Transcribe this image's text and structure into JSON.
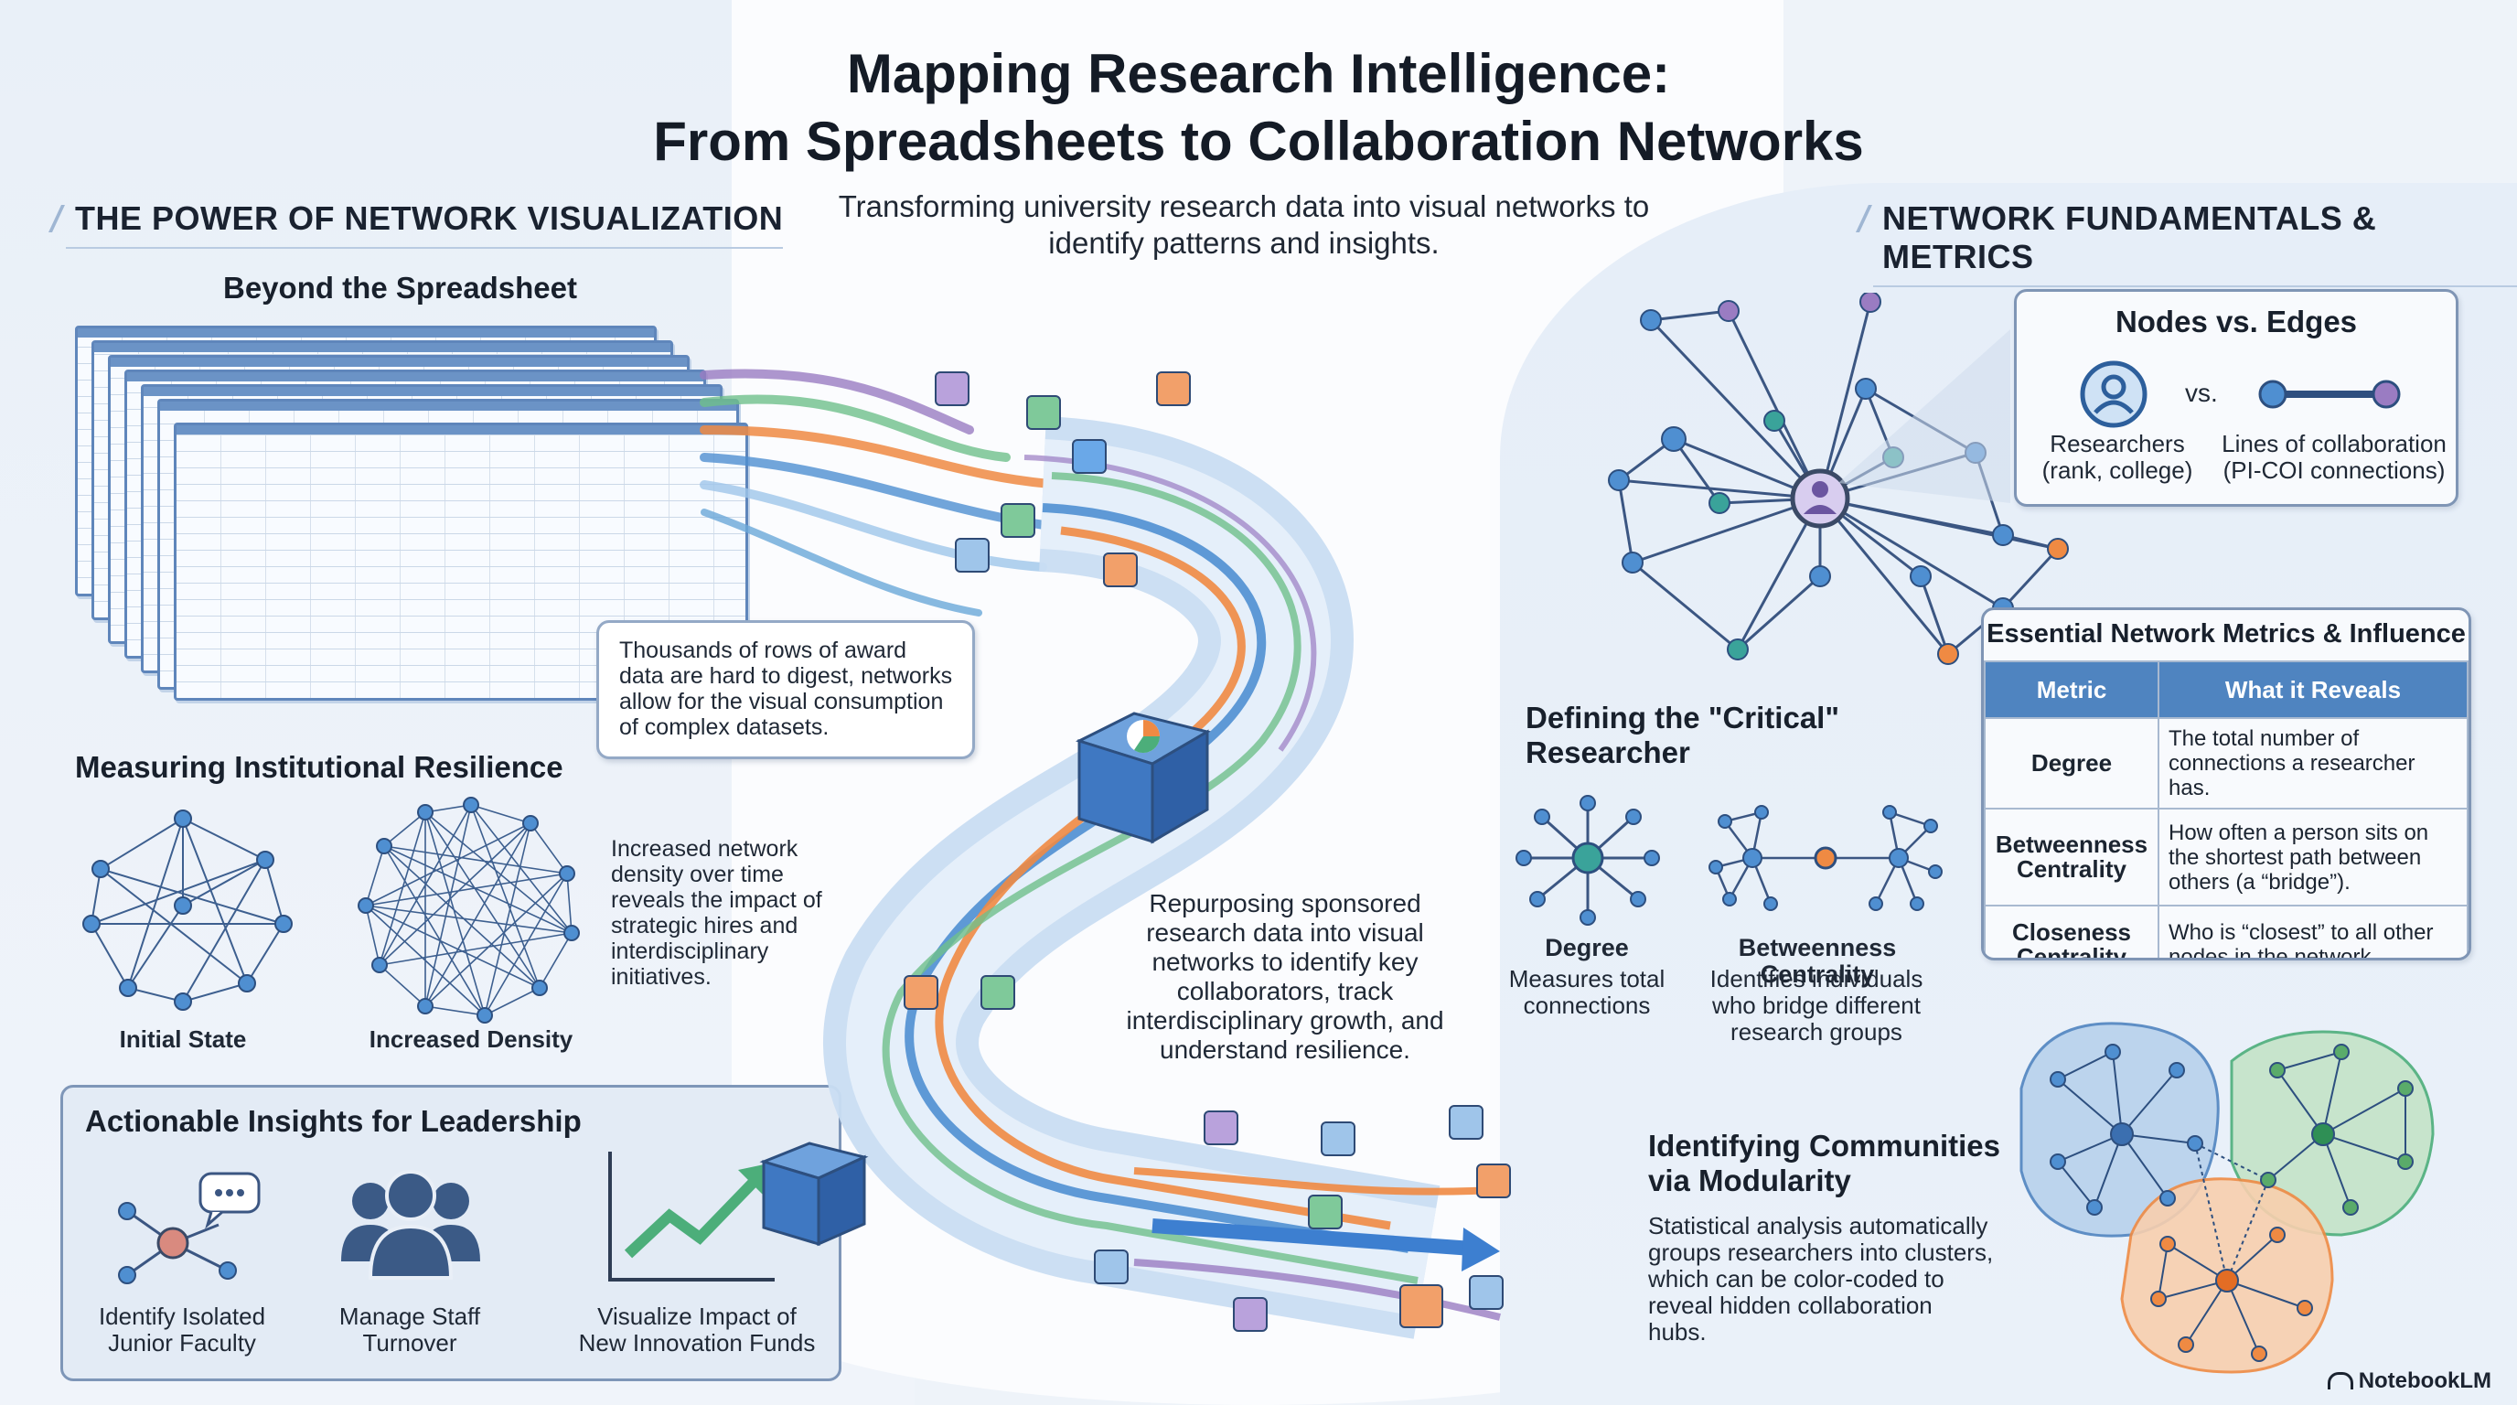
{
  "title_line1": "Mapping Research Intelligence:",
  "title_line2": "From Spreadsheets to Collaboration Networks",
  "subtitle": "Transforming university research data into visual networks to identify patterns and insights.",
  "left": {
    "section_title": "THE POWER OF NETWORK VISUALIZATION",
    "spreadsheet_heading": "Beyond the Spreadsheet",
    "spreadsheet_callout": "Thousands of rows of award data are hard to digest, networks allow for the visual consumption of complex datasets.",
    "resilience_heading": "Measuring Institutional Resilience",
    "resilience_text": "Increased network density over time reveals the impact of strategic hires and interdisciplinary initiatives.",
    "initial_state_label": "Initial State",
    "increased_density_label": "Increased Density",
    "insights_heading": "Actionable Insights for Leadership",
    "insights": [
      {
        "label": "Identify Isolated Junior Faculty",
        "icon": "isolated-node-chat-icon"
      },
      {
        "label": "Manage Staff Turnover",
        "icon": "staff-group-icon"
      },
      {
        "label": "Visualize Impact of New Innovation Funds",
        "icon": "growth-chart-icon"
      }
    ]
  },
  "center": {
    "flow_text": "Repurposing sponsored research data into visual networks to identify key collaborators, track interdisciplinary growth, and understand resilience."
  },
  "right": {
    "section_title": "NETWORK FUNDAMENTALS & METRICS",
    "nodes_edges": {
      "title": "Nodes vs. Edges",
      "vs": "vs.",
      "nodes_label": "Researchers (rank, college)",
      "edges_label": "Lines of collaboration (PI-COI connections)"
    },
    "metrics_table": {
      "title": "Essential Network Metrics & Influence",
      "headers": [
        "Metric",
        "What it Reveals"
      ],
      "rows": [
        {
          "metric": "Degree",
          "reveals": "The total number of connections a researcher has."
        },
        {
          "metric": "Betweenness Centrality",
          "reveals": "How often a person sits on the shortest path between others (a “bridge”)."
        },
        {
          "metric": "Closeness Centrality",
          "reveals": "Who is “closest” to all other nodes in the network."
        }
      ]
    },
    "critical": {
      "heading": "Defining the \"Critical\" Researcher",
      "degree_title": "Degree",
      "degree_text": "Measures total connections",
      "betweenness_title": "Betweenness Centrality",
      "betweenness_text": "Identifies individuals who bridge different research groups"
    },
    "communities": {
      "heading": "Identifying Communities via Modularity",
      "text": "Statistical analysis automatically groups researchers into clusters, which can be color-coded to reveal hidden collaboration hubs."
    }
  },
  "logo_text": "NotebookLM",
  "colors": {
    "accent_blue": "#4f84c0",
    "node_teal": "#3aa39a",
    "node_purple": "#9a7cc2",
    "node_orange": "#ef8a43",
    "node_green": "#5aab6a"
  }
}
